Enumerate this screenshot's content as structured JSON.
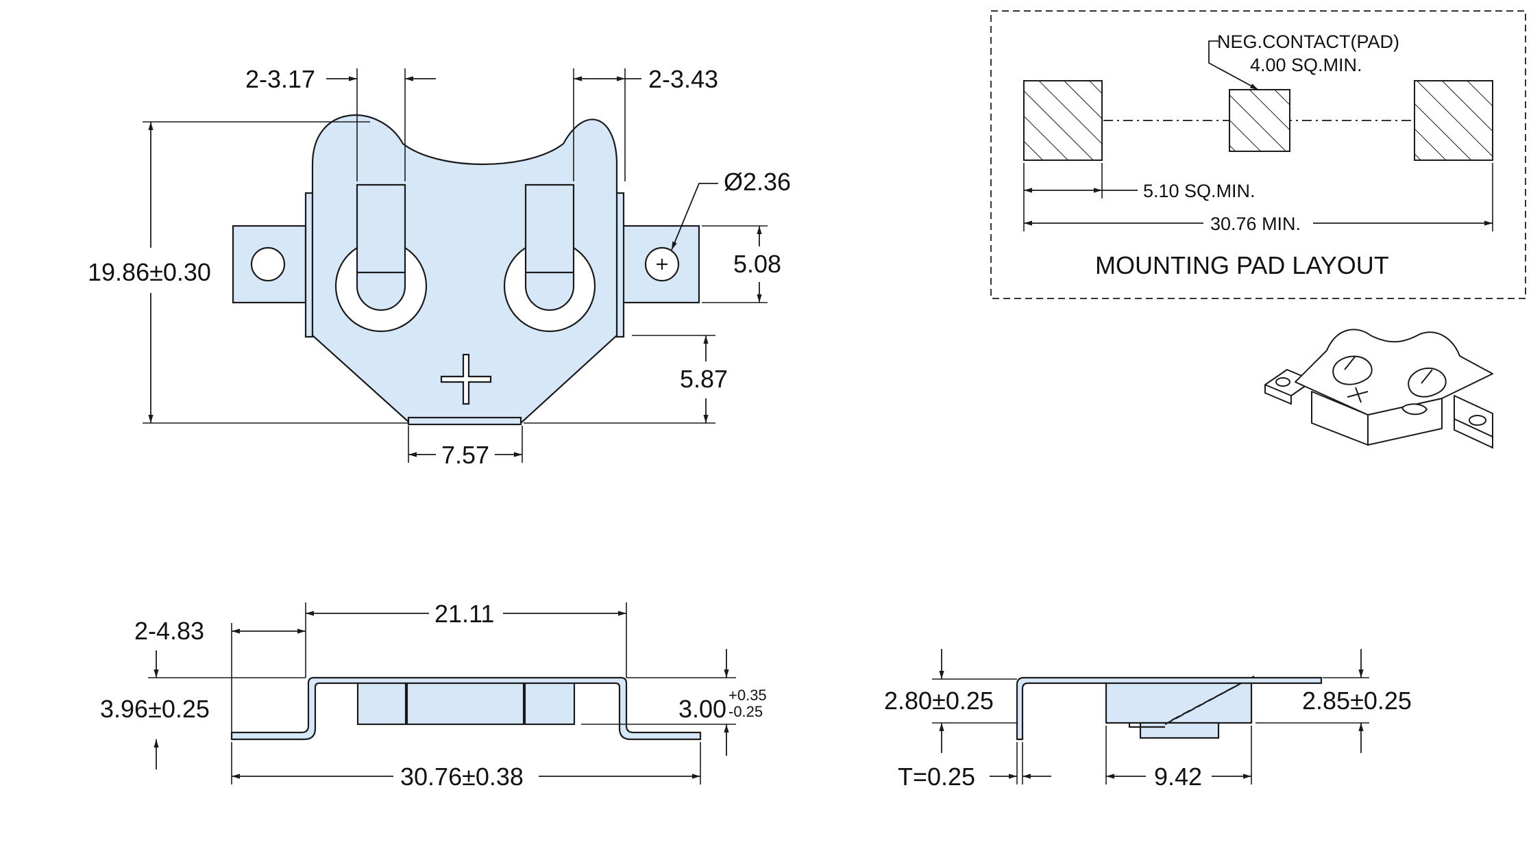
{
  "top_view": {
    "dim_slot_left": "2-3.17",
    "dim_slot_right": "2-3.43",
    "dim_hole_dia": "Ø2.36",
    "dim_height": "19.86±0.30",
    "dim_tab_height": "5.08",
    "dim_bottom_offset": "5.87",
    "dim_bottom_width": "7.57"
  },
  "pad_layout": {
    "title": "MOUNTING PAD LAYOUT",
    "neg_contact_line1": "NEG.CONTACT(PAD)",
    "neg_contact_line2": "4.00 SQ.MIN.",
    "pad_size": "5.10 SQ.MIN.",
    "overall_width": "30.76 MIN."
  },
  "front_view": {
    "dim_width_top": "21.11",
    "dim_tab_length": "2-4.83",
    "dim_height_left": "3.96±0.25",
    "dim_height_right_base": "3.00",
    "dim_height_right_plus": "+0.35",
    "dim_height_right_minus": "-0.25",
    "dim_overall_width": "30.76±0.38"
  },
  "side_view": {
    "dim_height_left": "2.80±0.25",
    "dim_height_right": "2.85±0.25",
    "dim_thickness": "T=0.25",
    "dim_width": "9.42"
  },
  "colors": {
    "part_fill": "#d6e8f8",
    "line": "#1a1a1a"
  }
}
